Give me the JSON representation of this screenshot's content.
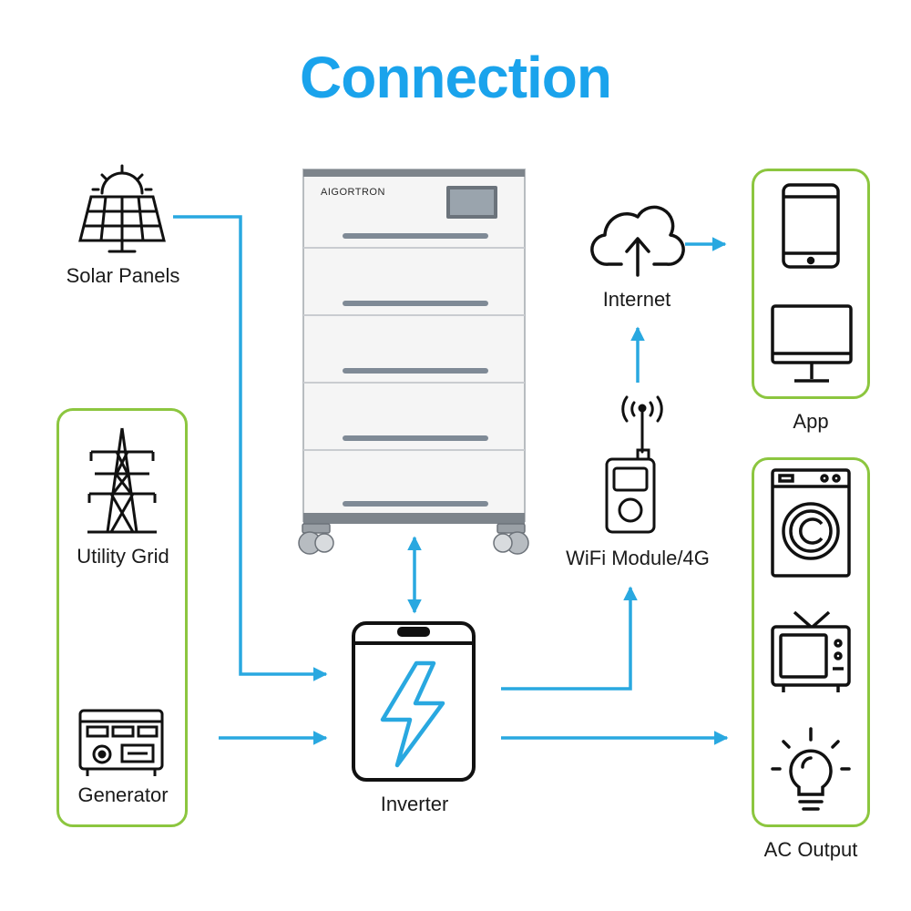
{
  "title": "Connection",
  "colors": {
    "title": "#1aa3ec",
    "flow": "#29a8e0",
    "group_border": "#8cc63f",
    "icon": "#111111",
    "battery_body": "#f4f4f4",
    "battery_frame": "#8a9097"
  },
  "battery": {
    "brand": "AIGORTRON",
    "modules": 5
  },
  "nodes": {
    "solar": {
      "label": "Solar Panels",
      "icon": "solar-panel-icon"
    },
    "grid": {
      "label": "Utility Grid",
      "icon": "transmission-tower-icon"
    },
    "generator": {
      "label": "Generator",
      "icon": "generator-icon"
    },
    "inverter": {
      "label": "Inverter",
      "icon": "lightning-bolt-icon"
    },
    "wifi": {
      "label": "WiFi Module/4G",
      "icon": "wifi-module-icon"
    },
    "internet": {
      "label": "Internet",
      "icon": "cloud-upload-icon"
    },
    "app": {
      "label": "App",
      "icons": [
        "smartphone-icon",
        "monitor-icon"
      ]
    },
    "ac_output": {
      "label": "AC Output",
      "icons": [
        "washing-machine-icon",
        "tv-icon",
        "light-bulb-icon"
      ]
    }
  }
}
